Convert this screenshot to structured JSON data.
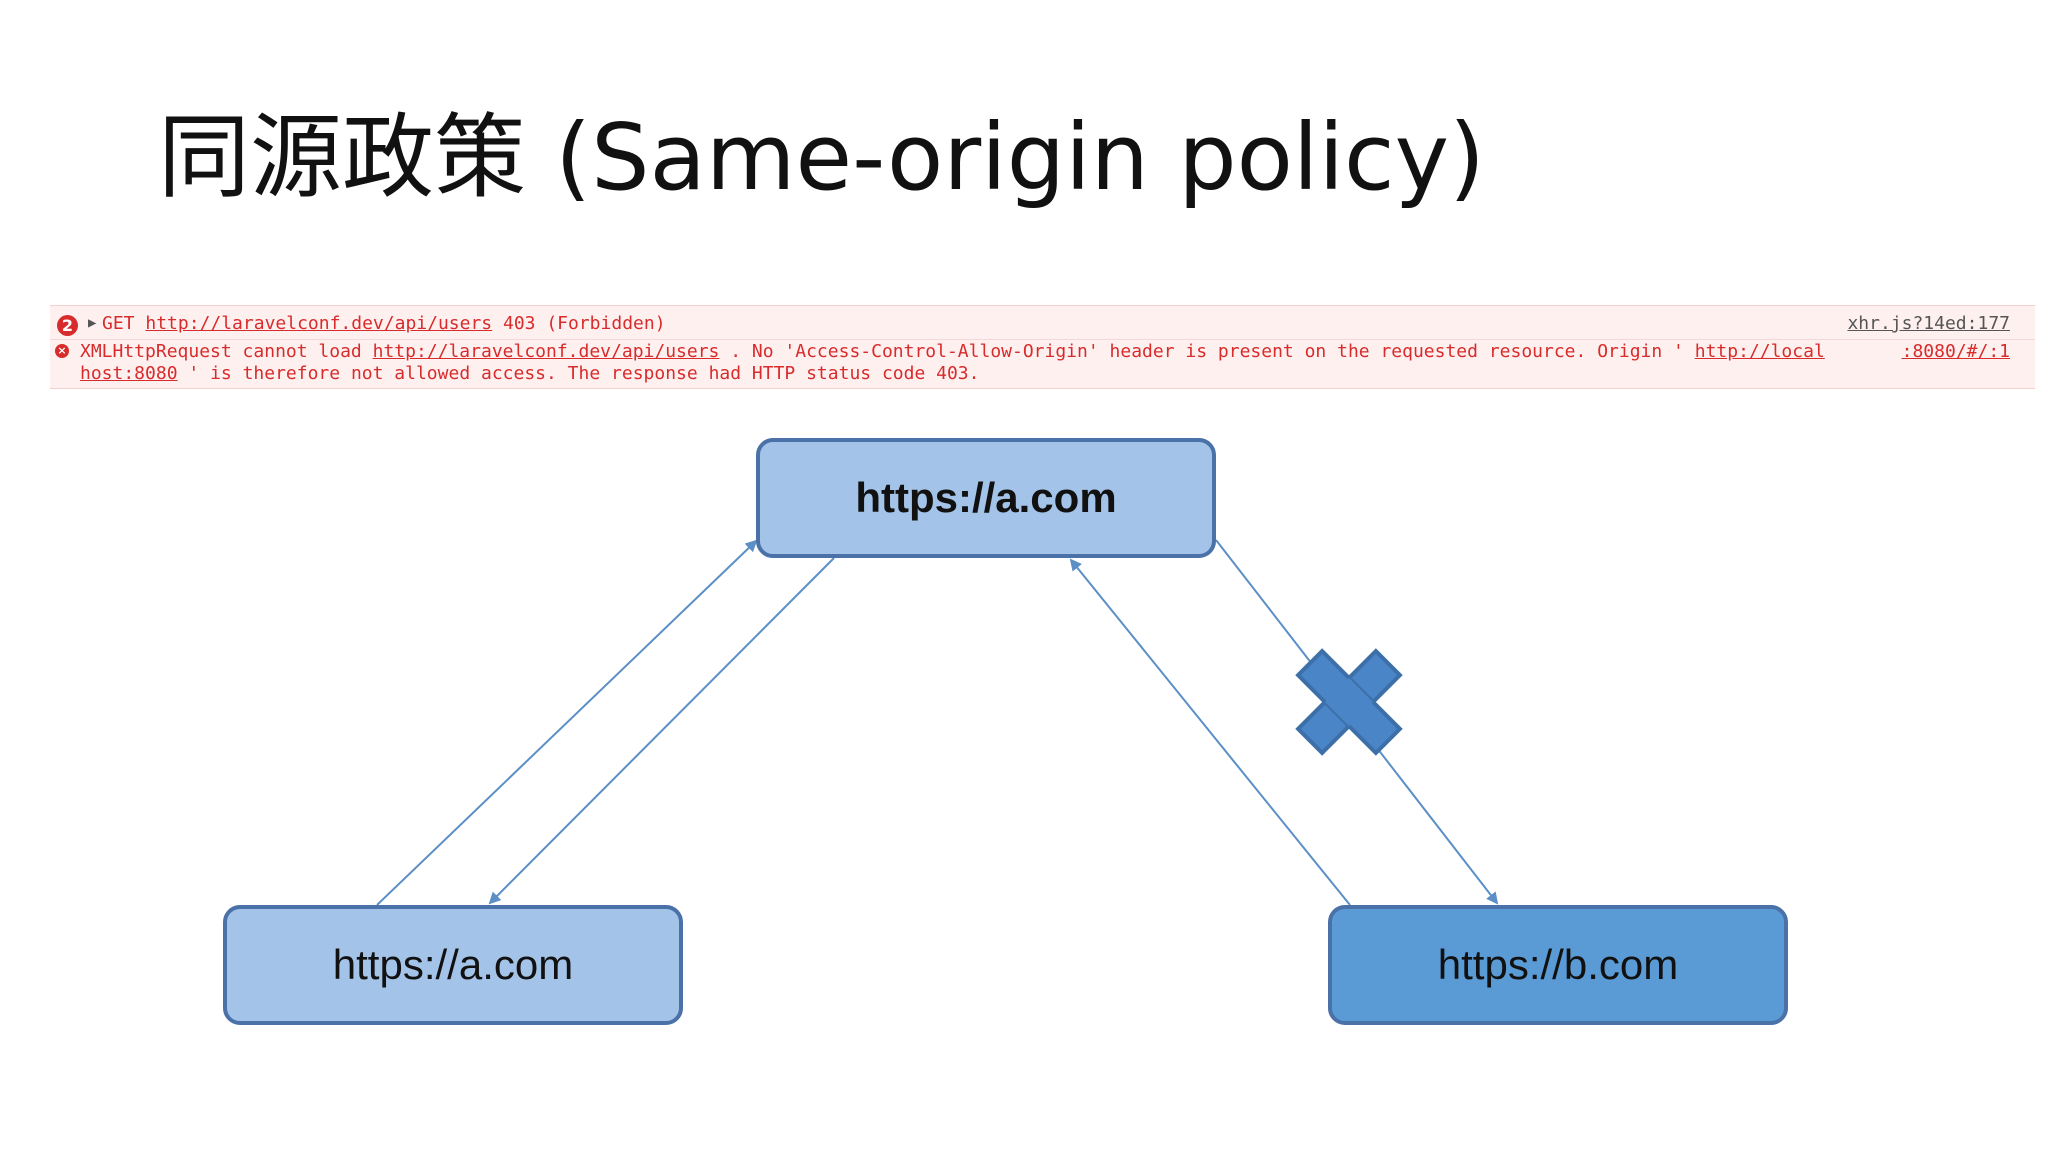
{
  "slide": {
    "title": "同源政策  (Same-origin policy)"
  },
  "console": {
    "count": "2",
    "request_method": "GET",
    "request_url": "http://laravelconf.dev/api/users",
    "request_status": "403 (Forbidden)",
    "request_source": "xhr.js?14ed:177",
    "error_prefix": "XMLHttpRequest cannot load",
    "error_url": "http://laravelconf.dev/api/users",
    "error_middle": ". No 'Access-Control-Allow-Origin' header is present on the requested resource. Origin '",
    "error_origin_part1": "http://local",
    "error_source": ":8080/#/:1",
    "error_origin_part2": "host:8080",
    "error_suffix": "' is therefore not allowed access. The response had HTTP status code 403.",
    "expand_icon": "triangle-right-icon",
    "error_icon": "error-icon"
  },
  "diagram": {
    "top_node": "https://a.com",
    "left_node": "https://a.com",
    "right_node": "https://b.com",
    "blocked_icon": "x-icon",
    "colors": {
      "light_box": "#a3c3e9",
      "dark_box": "#5b9bd5",
      "border": "#4a72a8",
      "arrow": "#5b8fc6",
      "blocked": "#4a85c8",
      "console_error": "#d82b2b"
    }
  }
}
